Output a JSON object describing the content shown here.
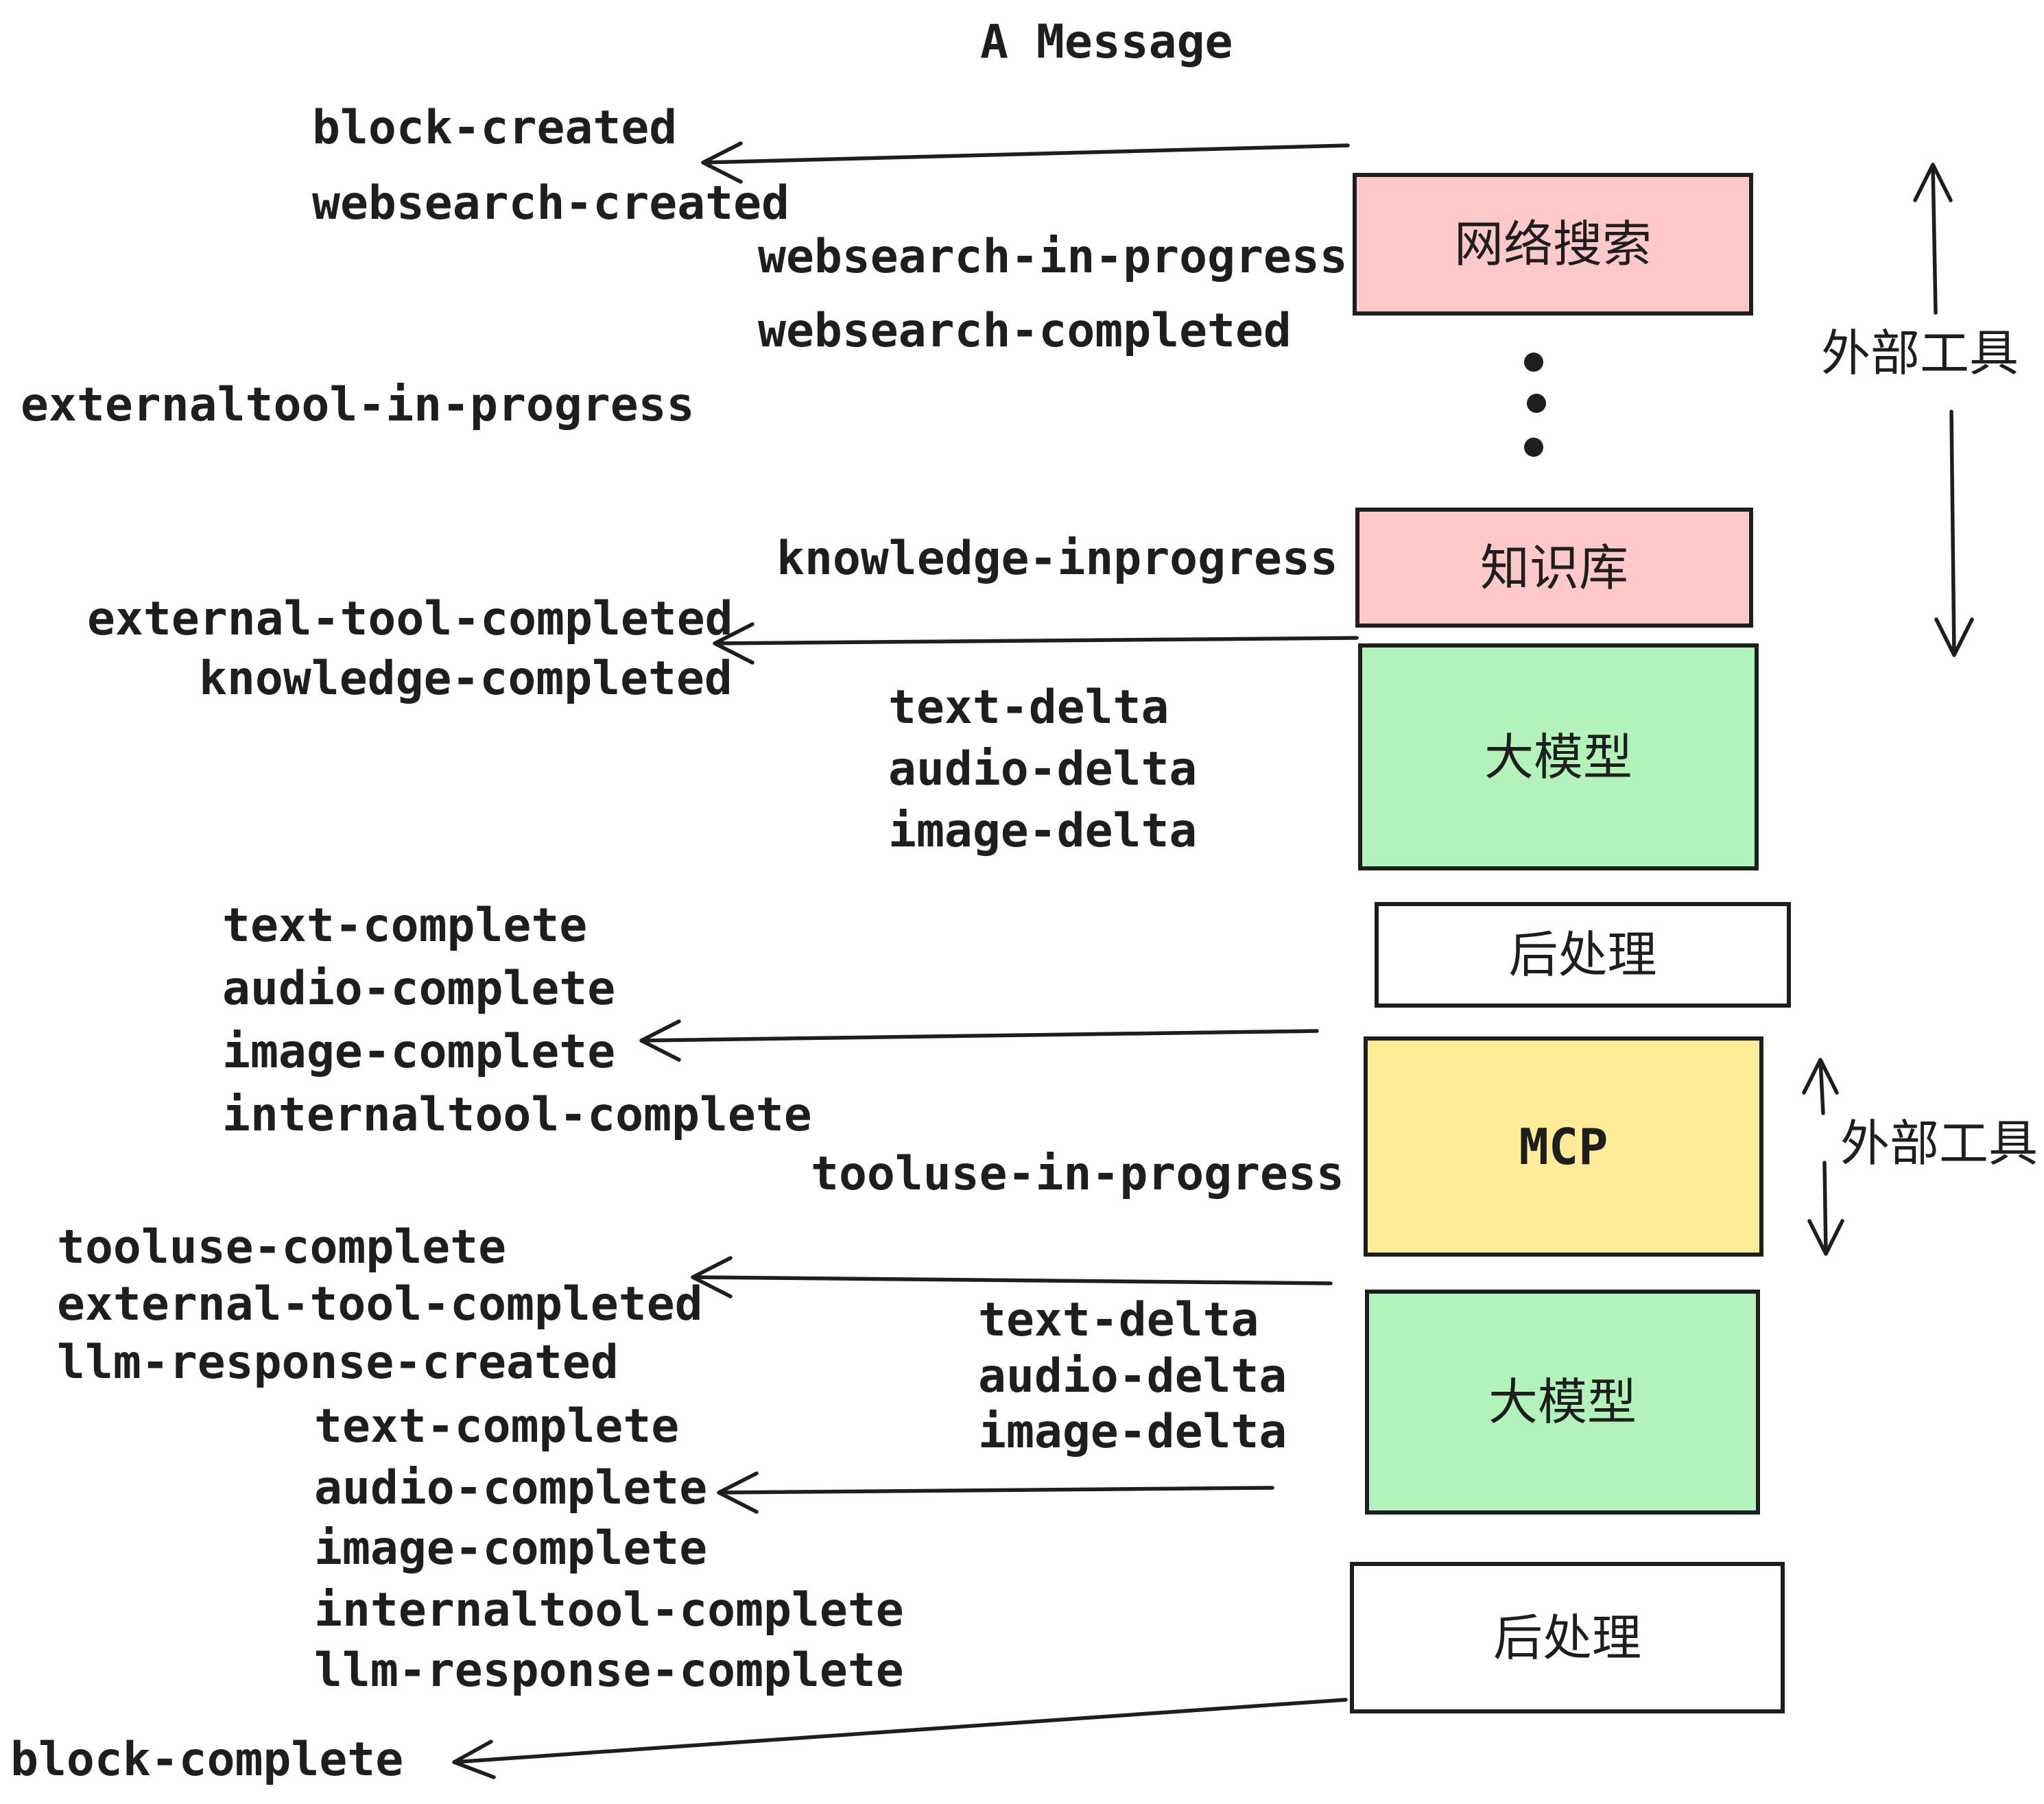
{
  "title": "A Message",
  "colors": {
    "pink": "#ffc9c9",
    "green": "#b2f2bb",
    "yellow": "#ffec99",
    "white": "#ffffff",
    "stroke": "#1e1e1e",
    "background": "#ffffff"
  },
  "boxes": [
    {
      "label": "网络搜索",
      "color": "#ffc9c9"
    },
    {
      "label": "知识库",
      "color": "#ffc9c9"
    },
    {
      "label": "大模型",
      "color": "#b2f2bb"
    },
    {
      "label": "后处理",
      "color": "#ffffff"
    },
    {
      "label": "MCP",
      "color": "#ffec99"
    },
    {
      "label": "大模型",
      "color": "#b2f2bb"
    },
    {
      "label": "后处理",
      "color": "#ffffff"
    }
  ],
  "side_labels": {
    "external_tools_top": "外部工具",
    "external_tools_mid": "外部工具"
  },
  "events": {
    "block_created": "block-created",
    "websearch_created": "websearch-created",
    "websearch_in_progress": "websearch-in-progress",
    "websearch_completed": "websearch-completed",
    "externaltool_in_progress": "externaltool-in-progress",
    "external_tool_completed": "external-tool-completed",
    "knowledge_inprogress": "knowledge-inprogress",
    "knowledge_completed": "knowledge-completed",
    "text_delta": "text-delta",
    "audio_delta": "audio-delta",
    "image_delta": "image-delta",
    "text_complete": "text-complete",
    "audio_complete": "audio-complete",
    "image_complete": "image-complete",
    "internaltool_complete": "internaltool-complete",
    "tooluse_in_progress": "tooluse-in-progress",
    "tooluse_complete": "tooluse-complete",
    "llm_response_created": "llm-response-created",
    "llm_response_complete": "llm-response-complete",
    "block_complete": "block-complete"
  }
}
